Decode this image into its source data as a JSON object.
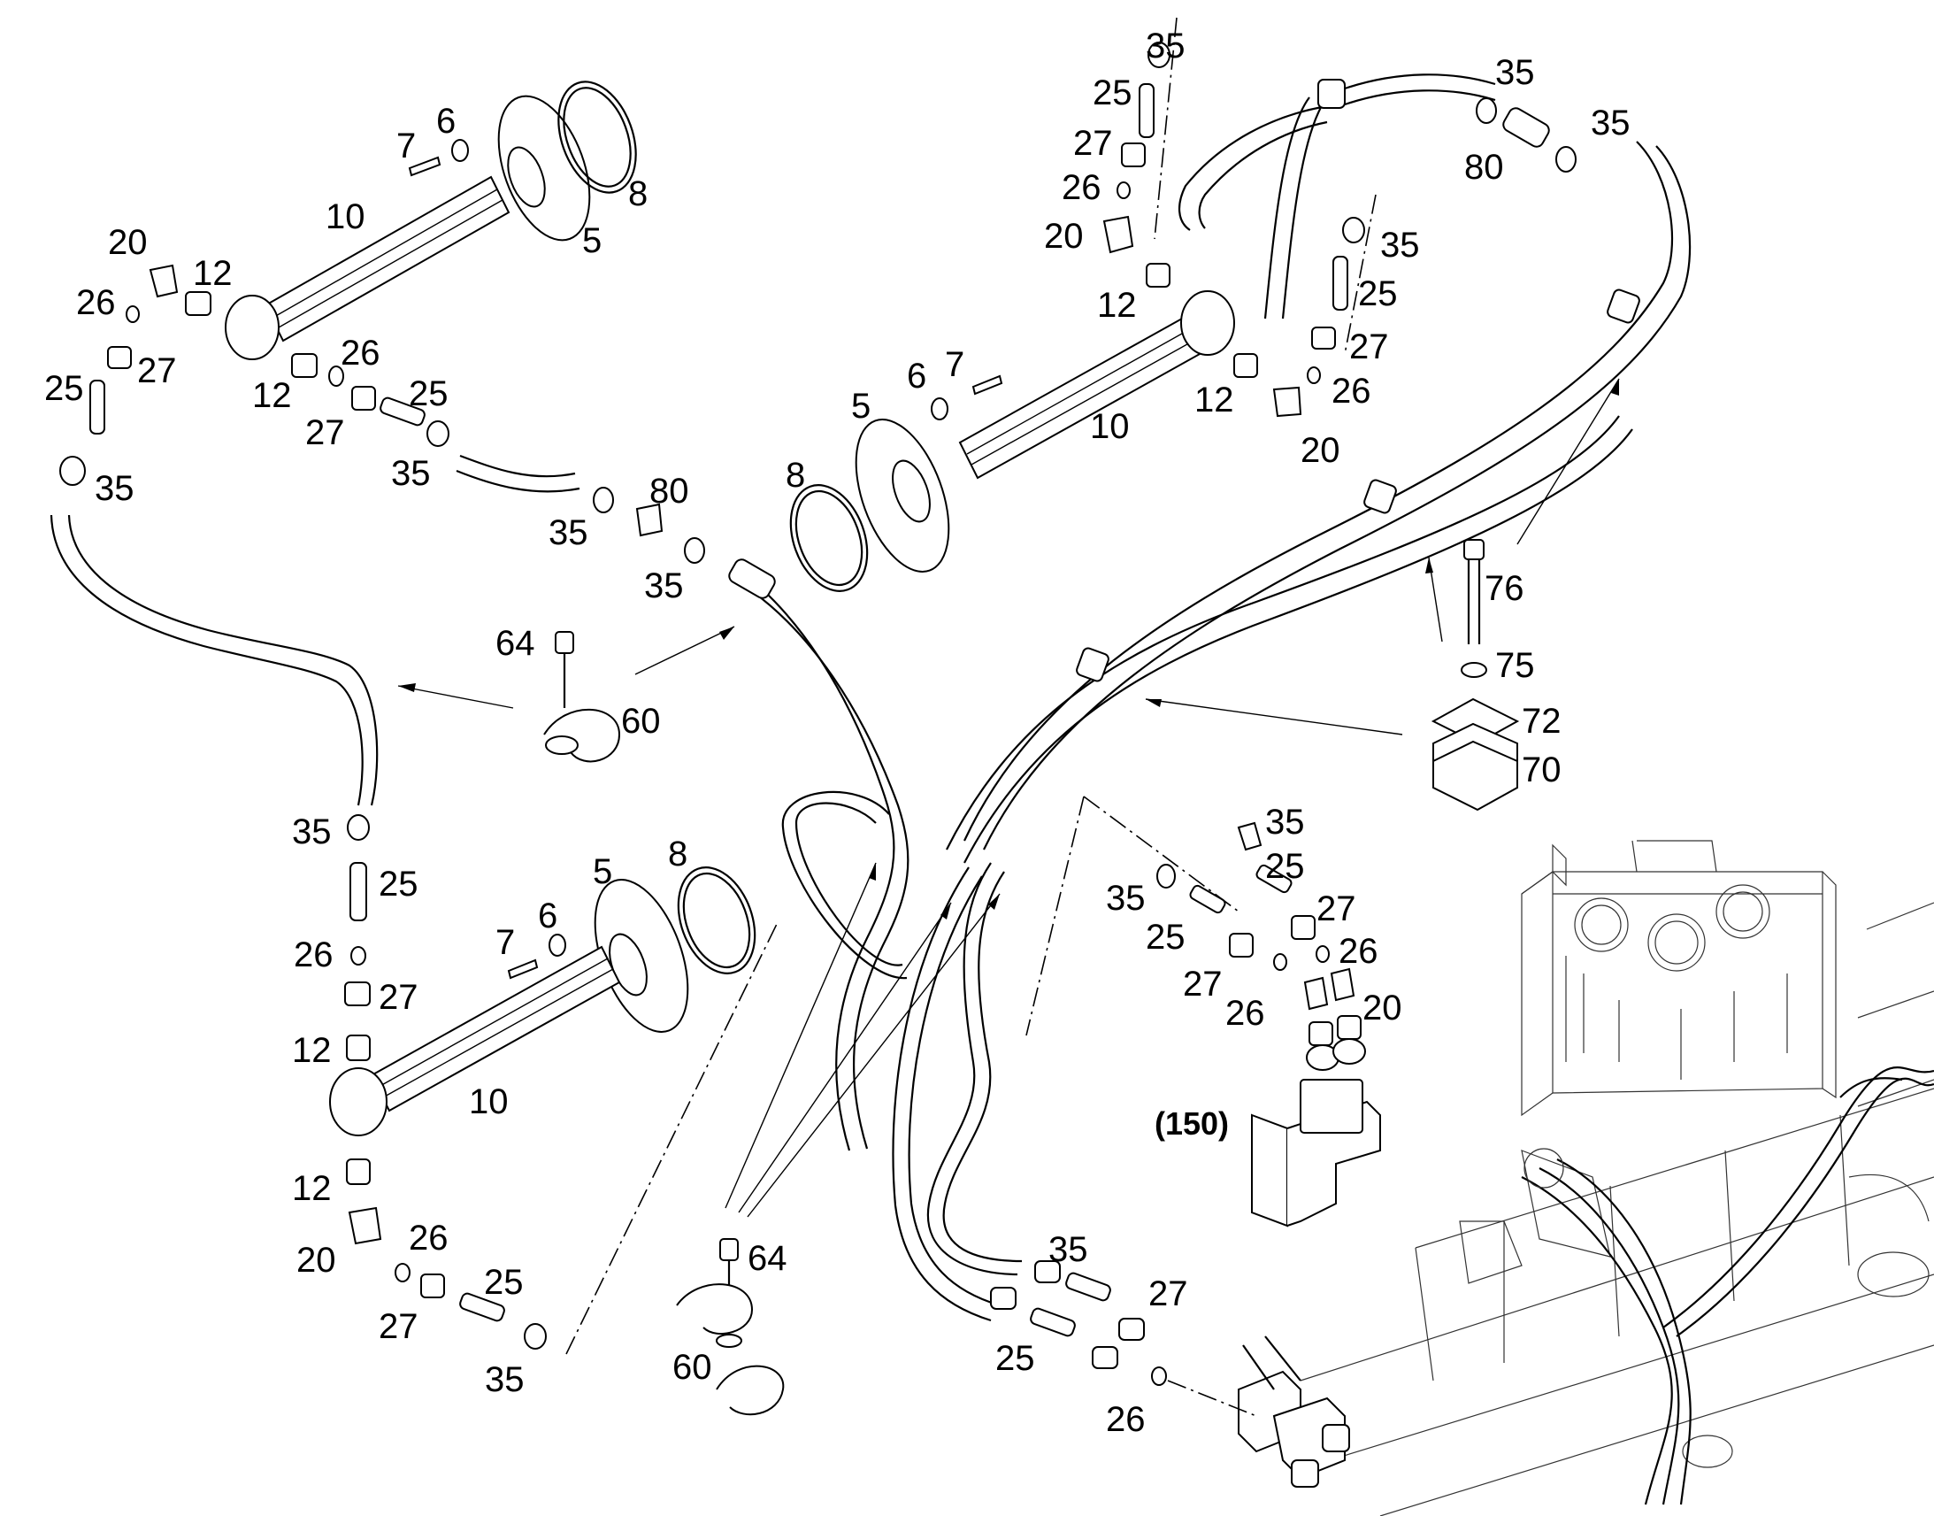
{
  "assembly_label": "(150)",
  "callouts": [
    {
      "id": "c1",
      "text": "7"
    },
    {
      "id": "c2",
      "text": "6"
    },
    {
      "id": "c3",
      "text": "8"
    },
    {
      "id": "c4",
      "text": "10"
    },
    {
      "id": "c5",
      "text": "5"
    },
    {
      "id": "c6",
      "text": "20"
    },
    {
      "id": "c7",
      "text": "12"
    },
    {
      "id": "c8",
      "text": "26"
    },
    {
      "id": "c9",
      "text": "27"
    },
    {
      "id": "c10",
      "text": "25"
    },
    {
      "id": "c11",
      "text": "12"
    },
    {
      "id": "c12",
      "text": "26"
    },
    {
      "id": "c13",
      "text": "27"
    },
    {
      "id": "c14",
      "text": "25"
    },
    {
      "id": "c15",
      "text": "35"
    },
    {
      "id": "c16",
      "text": "35"
    },
    {
      "id": "c17",
      "text": "80"
    },
    {
      "id": "c18",
      "text": "35"
    },
    {
      "id": "c19",
      "text": "35"
    },
    {
      "id": "c20",
      "text": "64"
    },
    {
      "id": "c21",
      "text": "60"
    },
    {
      "id": "c22",
      "text": "35"
    },
    {
      "id": "c23",
      "text": "25"
    },
    {
      "id": "c24",
      "text": "26"
    },
    {
      "id": "c25",
      "text": "27"
    },
    {
      "id": "c26",
      "text": "12"
    },
    {
      "id": "c27",
      "text": "10"
    },
    {
      "id": "c28",
      "text": "12"
    },
    {
      "id": "c29",
      "text": "20"
    },
    {
      "id": "c30",
      "text": "26"
    },
    {
      "id": "c31",
      "text": "27"
    },
    {
      "id": "c32",
      "text": "25"
    },
    {
      "id": "c33",
      "text": "35"
    },
    {
      "id": "c34",
      "text": "7"
    },
    {
      "id": "c35",
      "text": "6"
    },
    {
      "id": "c36",
      "text": "5"
    },
    {
      "id": "c37",
      "text": "8"
    },
    {
      "id": "c38",
      "text": "64"
    },
    {
      "id": "c39",
      "text": "60"
    },
    {
      "id": "c40",
      "text": "35"
    },
    {
      "id": "c41",
      "text": "25"
    },
    {
      "id": "c42",
      "text": "27"
    },
    {
      "id": "c43",
      "text": "26"
    },
    {
      "id": "c44",
      "text": "20"
    },
    {
      "id": "c45",
      "text": "35"
    },
    {
      "id": "c46",
      "text": "25"
    },
    {
      "id": "c47",
      "text": "12"
    },
    {
      "id": "c48",
      "text": "5"
    },
    {
      "id": "c49",
      "text": "6"
    },
    {
      "id": "c50",
      "text": "7"
    },
    {
      "id": "c51",
      "text": "10"
    },
    {
      "id": "c52",
      "text": "8"
    },
    {
      "id": "c53",
      "text": "12"
    },
    {
      "id": "c54",
      "text": "27"
    },
    {
      "id": "c55",
      "text": "26"
    },
    {
      "id": "c56",
      "text": "20"
    },
    {
      "id": "c57",
      "text": "35"
    },
    {
      "id": "c58",
      "text": "80"
    },
    {
      "id": "c59",
      "text": "35"
    },
    {
      "id": "c60",
      "text": "76"
    },
    {
      "id": "c61",
      "text": "75"
    },
    {
      "id": "c62",
      "text": "72"
    },
    {
      "id": "c63",
      "text": "70"
    },
    {
      "id": "c64",
      "text": "35"
    },
    {
      "id": "c65",
      "text": "25"
    },
    {
      "id": "c66",
      "text": "27"
    },
    {
      "id": "c67",
      "text": "26"
    },
    {
      "id": "c68",
      "text": "20"
    },
    {
      "id": "c69",
      "text": "35"
    },
    {
      "id": "c70",
      "text": "25"
    },
    {
      "id": "c71",
      "text": "27"
    },
    {
      "id": "c72",
      "text": "26"
    },
    {
      "id": "c73",
      "text": "35"
    },
    {
      "id": "c74",
      "text": "27"
    },
    {
      "id": "c75",
      "text": "25"
    },
    {
      "id": "c76",
      "text": "26"
    }
  ]
}
